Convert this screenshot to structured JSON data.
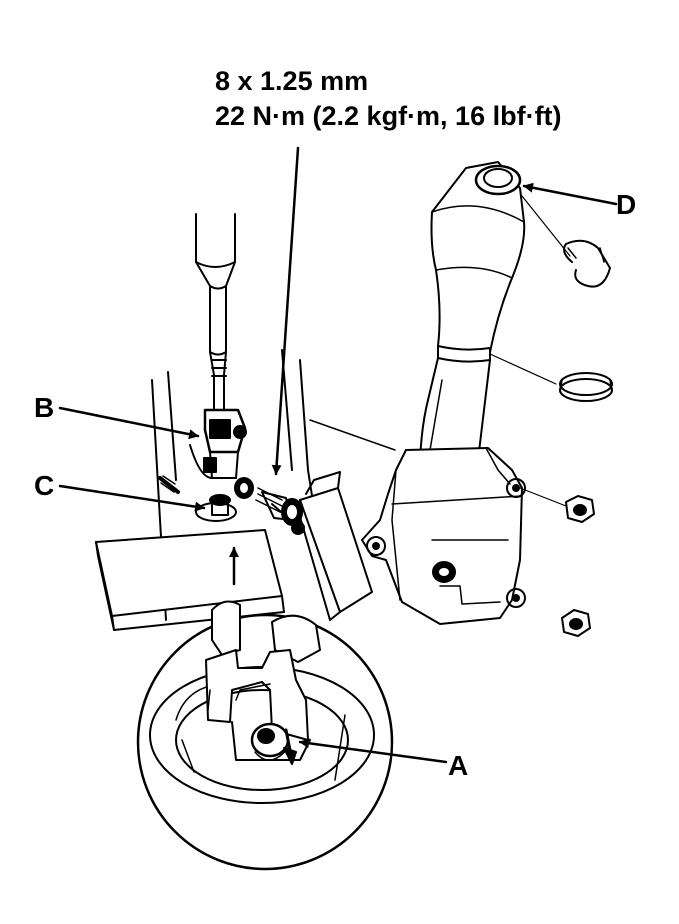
{
  "spec": {
    "bolt_size": "8 x 1.25 mm",
    "torque": "22 N·m (2.2 kgf·m, 16 lbf·ft)"
  },
  "callouts": {
    "a": "A",
    "b": "B",
    "c": "C",
    "d": "D"
  }
}
